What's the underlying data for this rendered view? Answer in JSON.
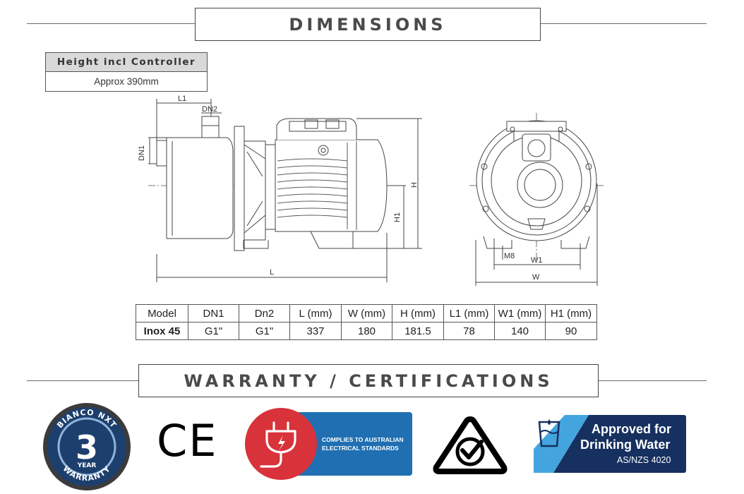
{
  "sections": {
    "dimensions_title": "DIMENSIONS",
    "warranty_title": "WARRANTY / CERTIFICATIONS"
  },
  "height_box": {
    "header": "Height incl Controller",
    "value": "Approx 390mm"
  },
  "drawing_labels": {
    "l1": "L1",
    "dn2": "DN2",
    "dn1": "DN1",
    "h": "H",
    "h1": "H1",
    "l": "L",
    "m8": "M8",
    "w1": "W1",
    "w": "W"
  },
  "spec_table": {
    "headers": [
      "Model",
      "DN1",
      "Dn2",
      "L (mm)",
      "W (mm)",
      "H (mm)",
      "L1 (mm)",
      "W1 (mm)",
      "H1 (mm)"
    ],
    "row": [
      "Inox 45",
      "G1\"",
      "G1\"",
      "337",
      "180",
      "181.5",
      "78",
      "140",
      "90"
    ]
  },
  "badges": {
    "warranty_brand": "BIANCO NXT",
    "warranty_number": "3",
    "warranty_year": "YEAR",
    "warranty_word": "WARRANTY",
    "ce_mark": "CE",
    "electrical_line1": "COMPLIES TO AUSTRALIAN",
    "electrical_line2": "ELECTRICAL STANDARDS",
    "water_line1": "Approved for",
    "water_line2": "Drinking Water",
    "water_line3": "AS/NZS 4020"
  },
  "colors": {
    "banner_text": "#4a4a4a",
    "header_fill": "#d9d9d9",
    "electrical_blue": "#1f6fb2",
    "electrical_red": "#d8323a",
    "water_navy": "#16305f",
    "water_light": "#3aa0dc",
    "warranty_navy": "#1d3f6e"
  }
}
